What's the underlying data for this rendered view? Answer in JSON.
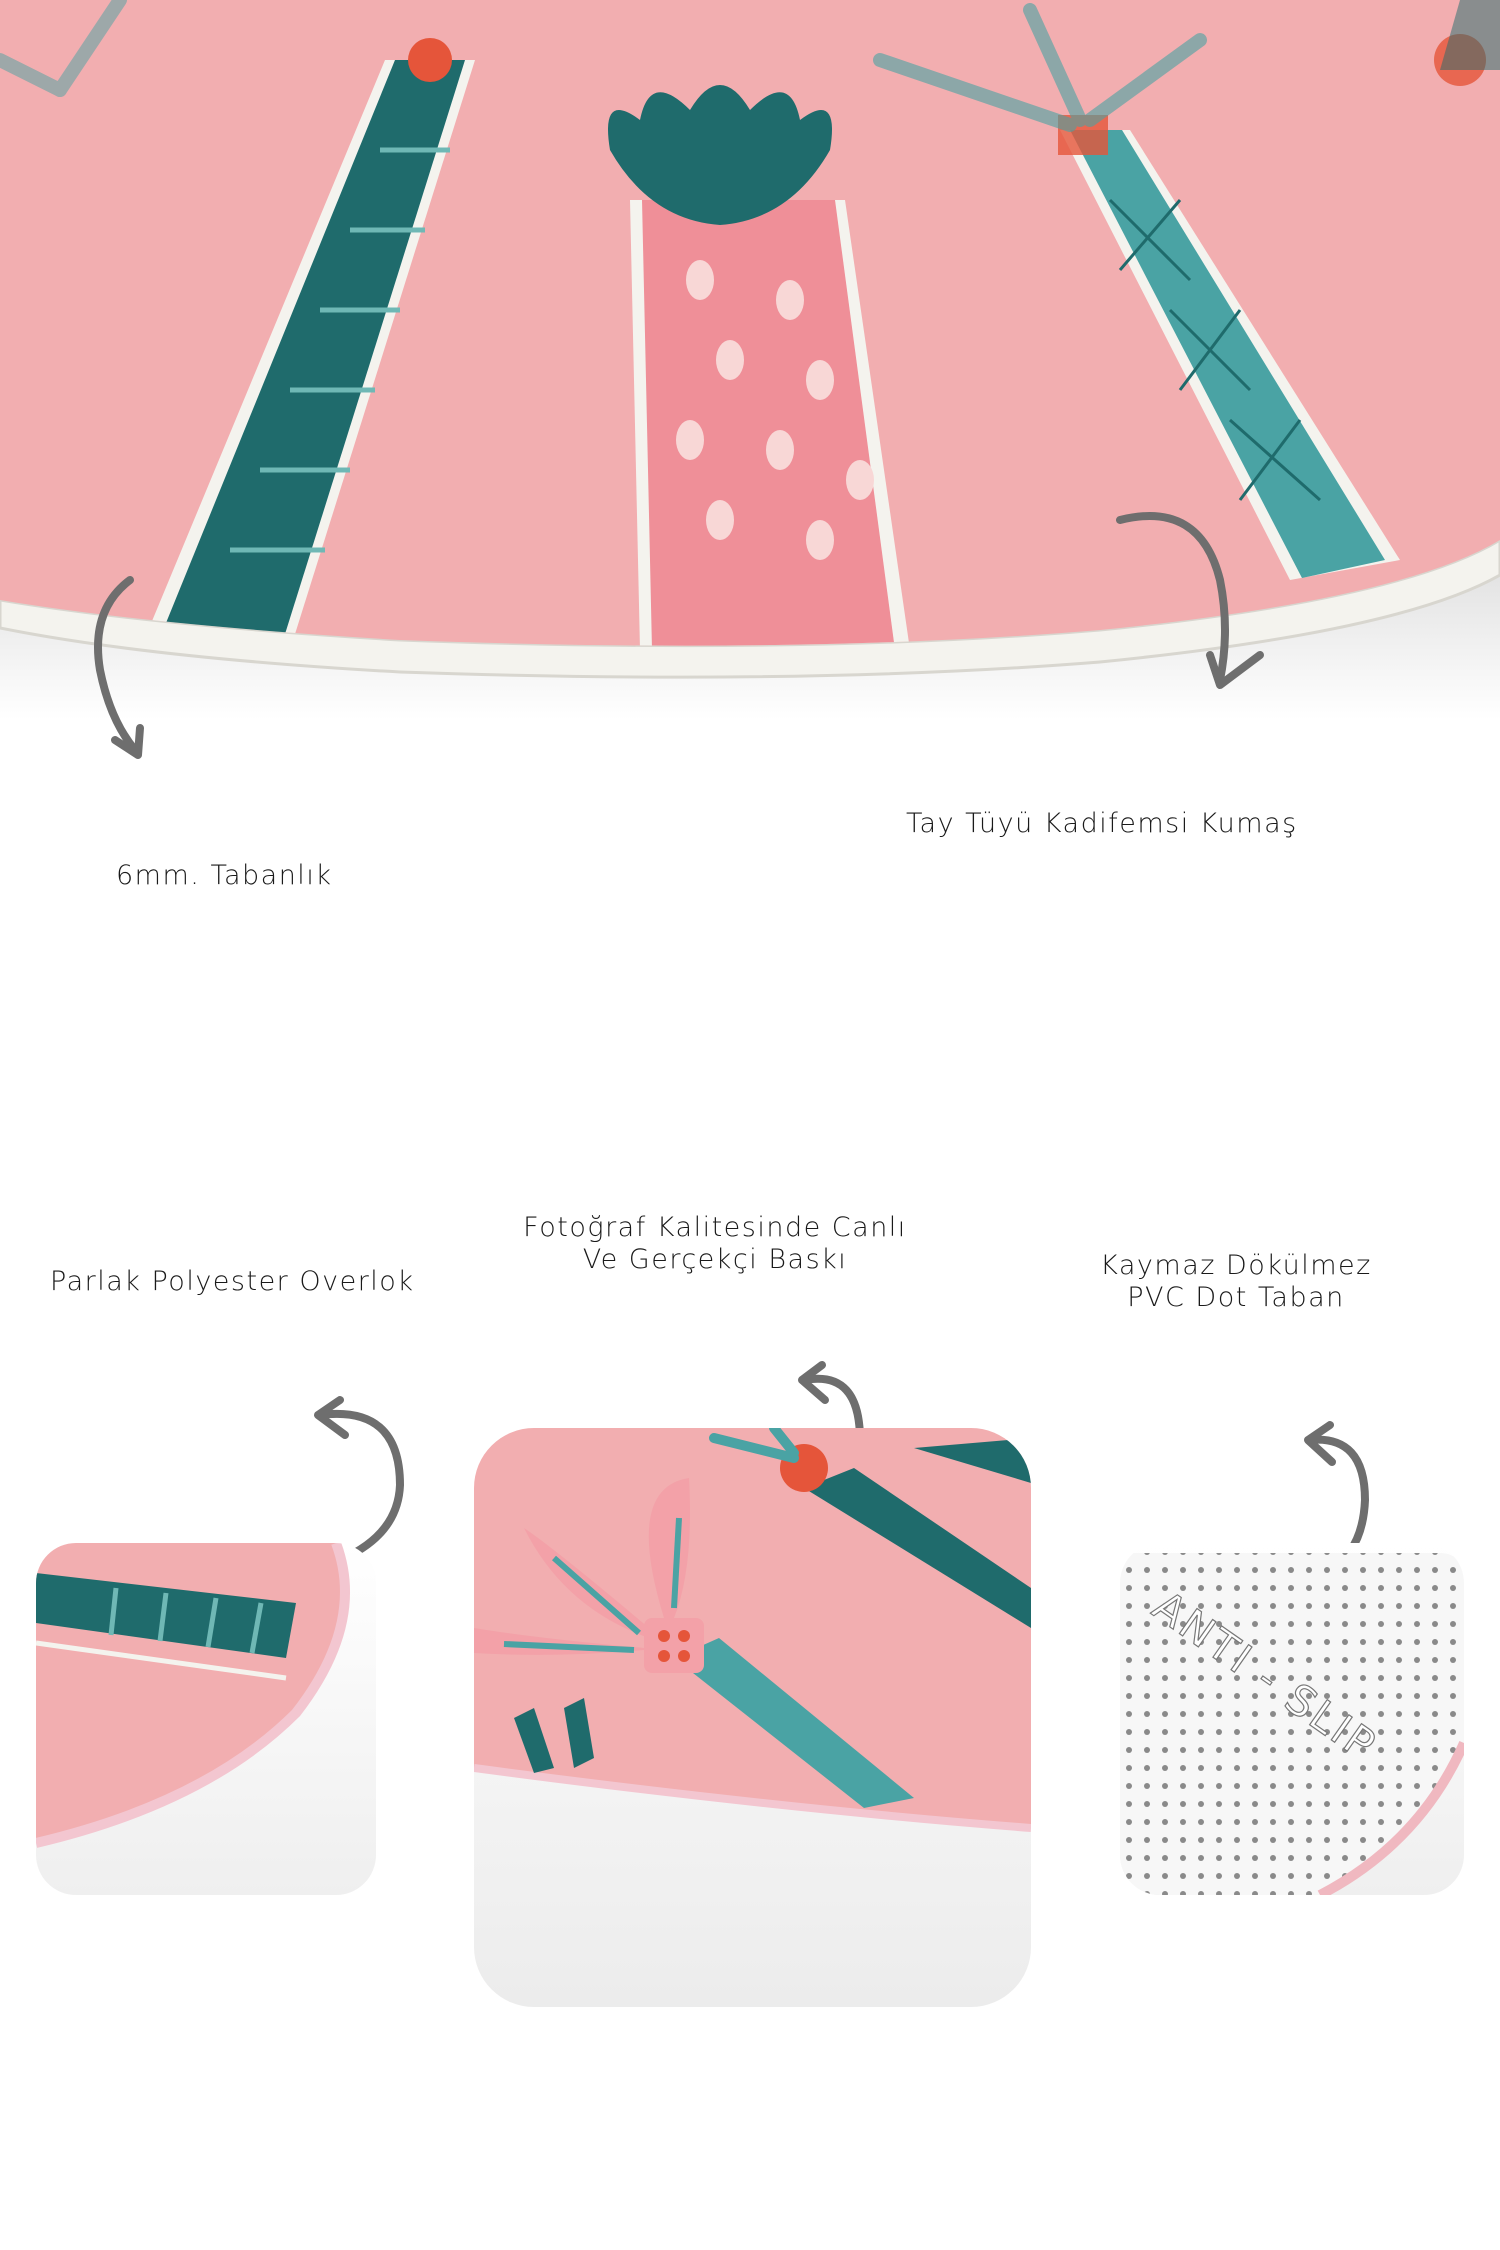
{
  "features": {
    "base_thickness": "6mm. Tabanlık",
    "fabric": "Tay Tüyü Kadifemsi Kumaş",
    "edging": "Parlak Polyester Overlok",
    "print_line1": "Fotoğraf Kalitesinde Canlı",
    "print_line2": "Ve Gerçekçi Baskı",
    "antislip_line1": "Kaymaz Dökülmez",
    "antislip_line2": "PVC Dot Taban"
  },
  "antislip_stamp": "ANTI - SLIP",
  "colors": {
    "rug_pink": "#f2aeb0",
    "teal_dark": "#1f6b6c",
    "teal_light": "#4aa3a4",
    "accent_orange": "#e5553a",
    "fringe": "#f4f3ee",
    "arrow": "#6e6e6e"
  }
}
